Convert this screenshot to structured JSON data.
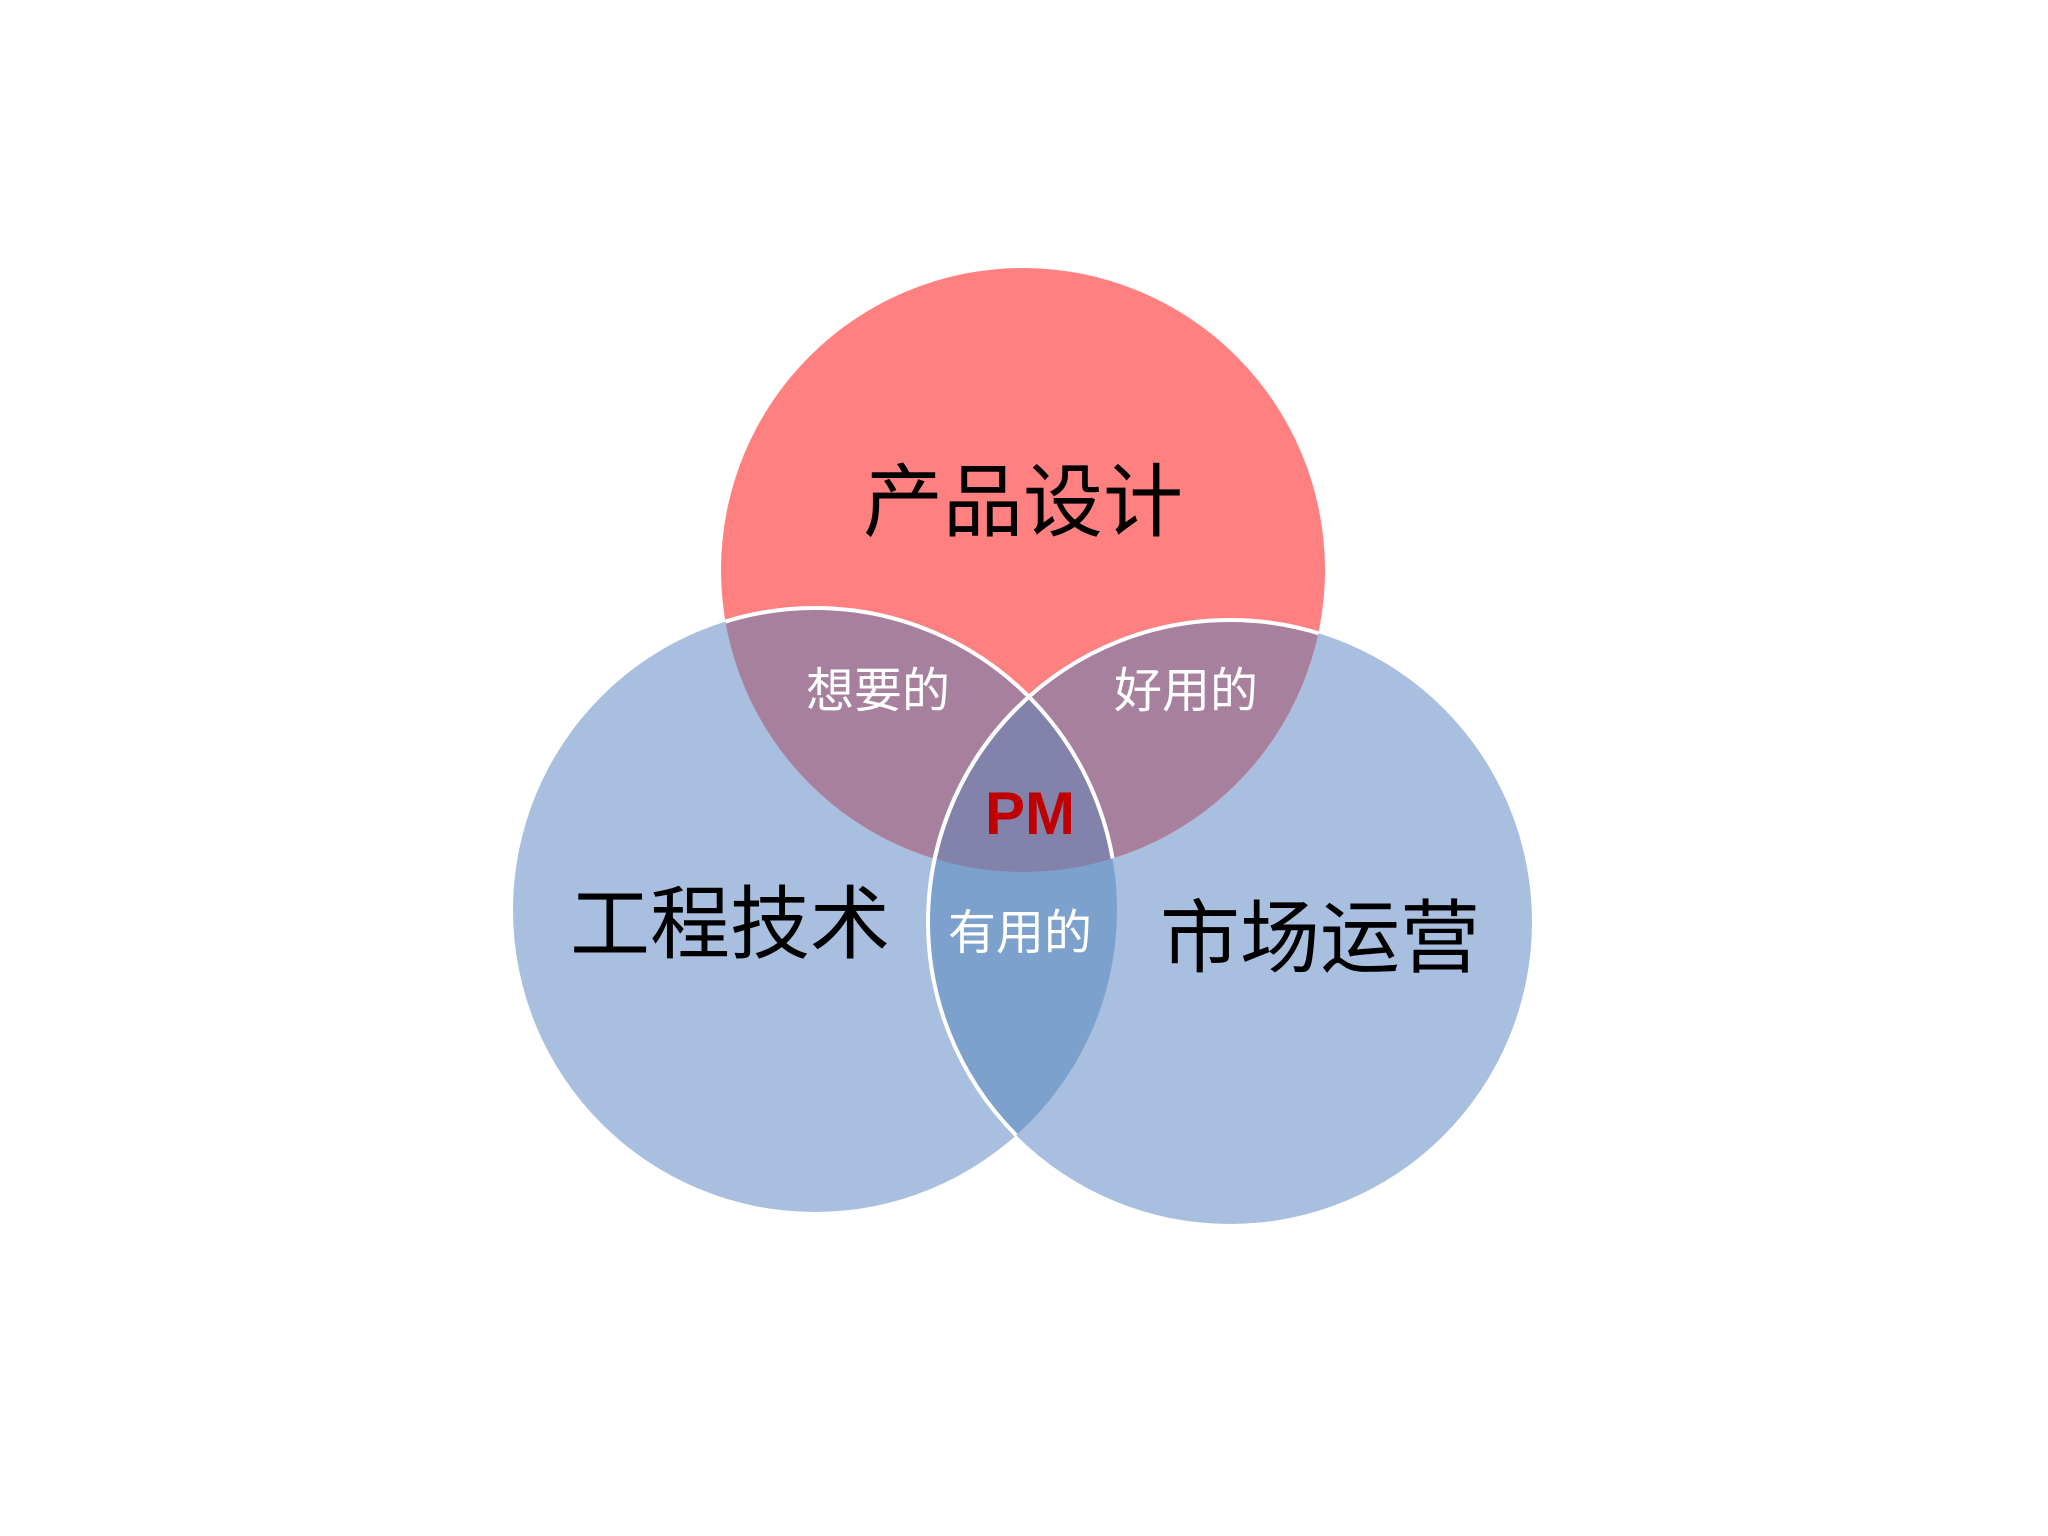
{
  "venn": {
    "circles": {
      "product_design": {
        "label": "产品设计",
        "color": "#FF8080"
      },
      "engineering": {
        "label": "工程技术",
        "color": "#A9BFDF"
      },
      "marketing": {
        "label": "市场运营",
        "color": "#A9BFDF"
      }
    },
    "overlaps": {
      "design_engineering": {
        "label": "想要的",
        "color": "#A7809E"
      },
      "design_marketing": {
        "label": "好用的",
        "color": "#A7809E"
      },
      "engineering_marketing": {
        "label": "有用的",
        "color": "#7CA1CC"
      }
    },
    "center": {
      "label": "PM",
      "color": "#C00000",
      "fill": "#8282AA"
    },
    "stroke_color": "#FFFFFF"
  }
}
